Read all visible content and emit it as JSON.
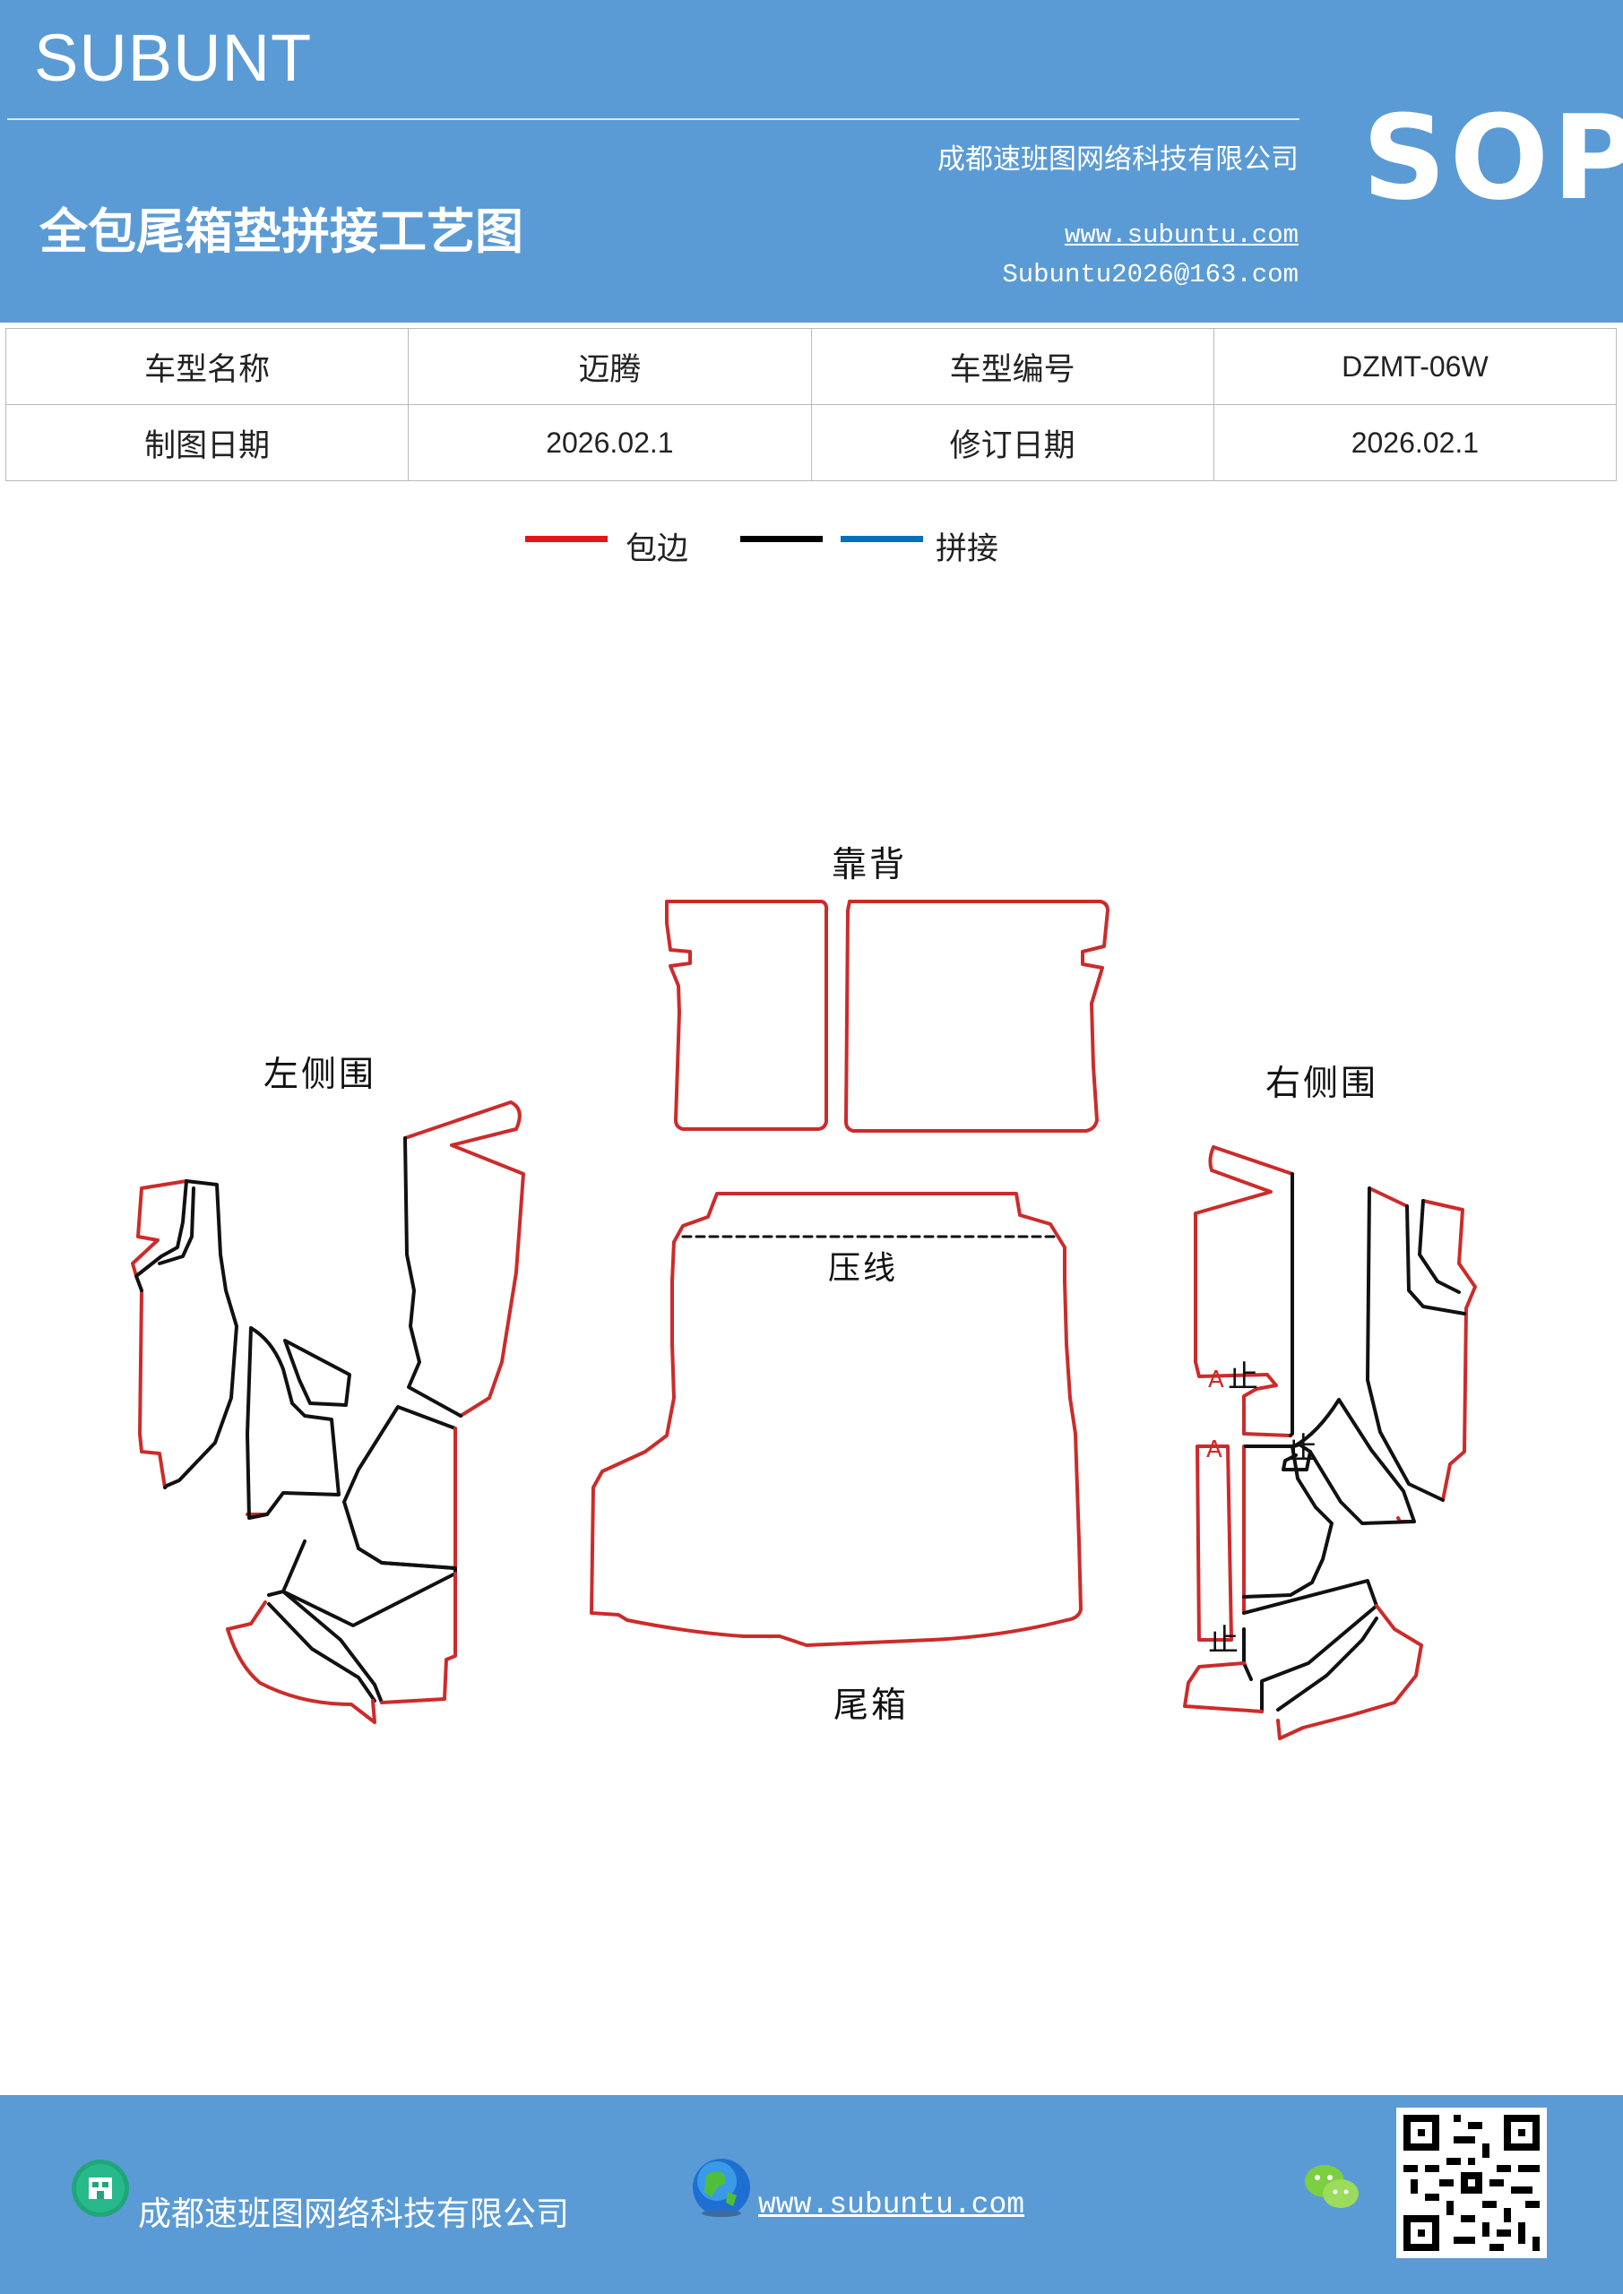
{
  "header": {
    "brand": "SUBUNT",
    "company": "成都速班图网络科技有限公司",
    "title": "全包尾箱垫拼接工艺图",
    "website": "www.subuntu.com",
    "email": "Subuntu2026@163.com",
    "badge": "SOP"
  },
  "info_table": {
    "rows": [
      [
        "车型名称",
        "迈腾",
        "车型编号",
        "DZMT-06W"
      ],
      [
        "制图日期",
        "2026.02.1",
        "修订日期",
        "2026.02.1"
      ]
    ]
  },
  "legend": {
    "items": [
      {
        "label": "包边",
        "colors": [
          "#e8141b"
        ]
      },
      {
        "label": "拼接",
        "colors": [
          "#000000",
          "#0070c0"
        ]
      }
    ]
  },
  "diagram": {
    "labels": {
      "backrest": "靠背",
      "left_side": "左侧围",
      "right_side": "右侧围",
      "crease": "压线",
      "trunk": "尾箱"
    },
    "marks": {
      "a": "A",
      "stop": "止"
    },
    "colors": {
      "edge": "#cc2b2b",
      "seam": "#111111"
    }
  },
  "footer": {
    "company": "成都速班图网络科技有限公司",
    "website": "www.subuntu.com"
  },
  "colors": {
    "header_bg": "#5b9bd5"
  }
}
